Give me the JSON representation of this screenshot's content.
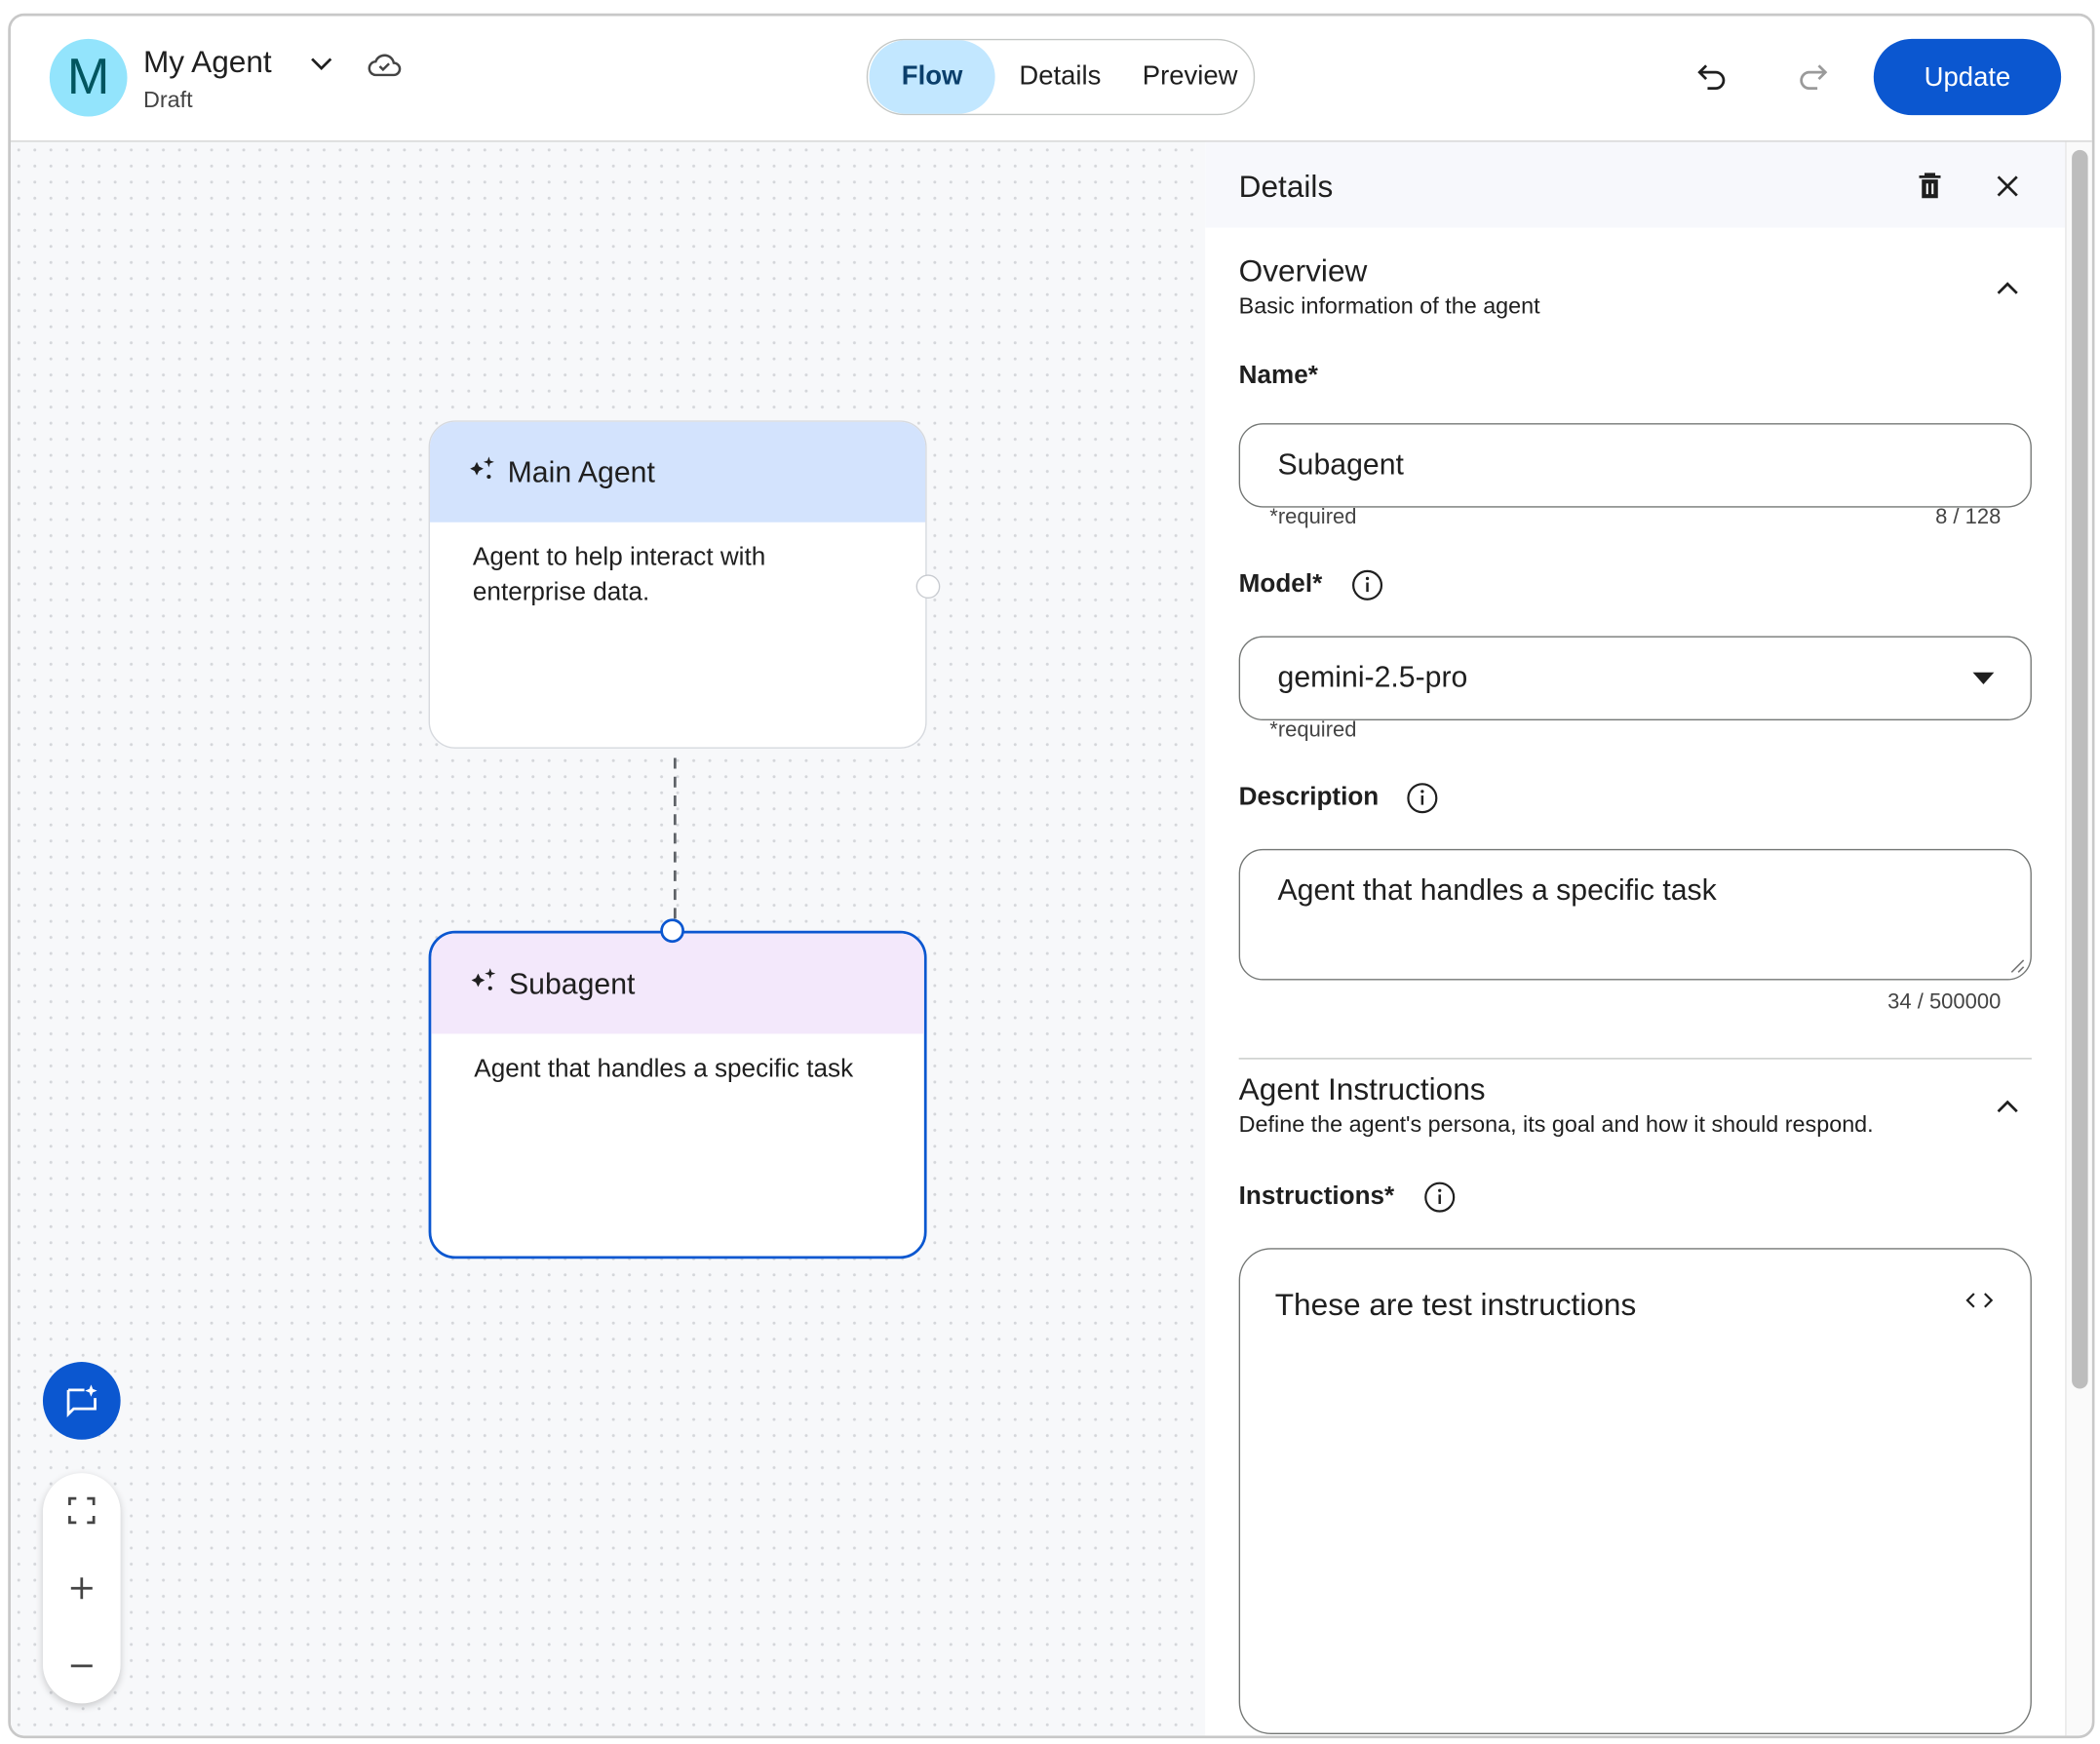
{
  "header": {
    "avatar_letter": "M",
    "title": "My Agent",
    "status": "Draft",
    "tabs": [
      {
        "label": "Flow",
        "active": true
      },
      {
        "label": "Details",
        "active": false
      },
      {
        "label": "Preview",
        "active": false
      }
    ],
    "update_label": "Update"
  },
  "canvas": {
    "nodes": [
      {
        "title": "Main Agent",
        "description": "Agent to help interact with enterprise data.",
        "header_color": "#d3e3fd",
        "selected": false
      },
      {
        "title": "Subagent",
        "description": "Agent that handles a specific task",
        "header_color": "#f3e8fb",
        "selected": true
      }
    ]
  },
  "panel": {
    "title": "Details",
    "overview": {
      "title": "Overview",
      "subtitle": "Basic information of the agent",
      "name_label": "Name*",
      "name_value": "Subagent",
      "name_hint": "*required",
      "name_count": "8 / 128",
      "model_label": "Model*",
      "model_value": "gemini-2.5-pro",
      "model_hint": "*required",
      "description_label": "Description",
      "description_value": "Agent that handles a specific task",
      "description_count": "34 / 500000"
    },
    "instructions": {
      "title": "Agent Instructions",
      "subtitle": "Define the agent's persona, its goal and how it should respond.",
      "label": "Instructions*",
      "value": "These are test instructions"
    }
  },
  "colors": {
    "accent": "#0b57d0",
    "active_tab": "#c2e7ff",
    "avatar": "#93e4fc"
  }
}
